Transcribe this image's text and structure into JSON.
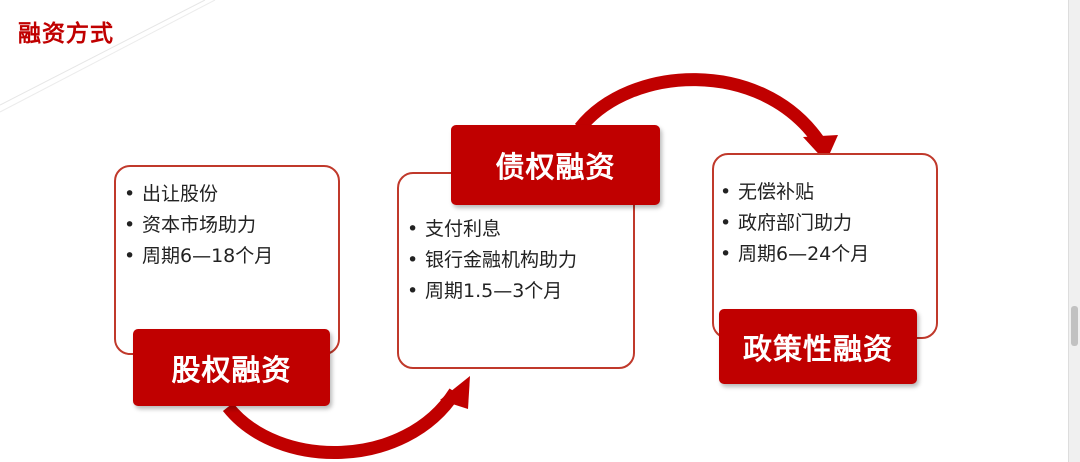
{
  "page": {
    "title": "融资方式"
  },
  "colors": {
    "accent": "#c00000",
    "border": "#c0392b"
  },
  "methods": [
    {
      "label": "股权融资",
      "points": [
        "出让股份",
        "资本市场助力",
        "周期6—18个月"
      ]
    },
    {
      "label": "债权融资",
      "points": [
        "支付利息",
        "银行金融机构助力",
        "周期1.5—3个月"
      ]
    },
    {
      "label": "政策性融资",
      "points": [
        "无偿补贴",
        "政府部门助力",
        "周期6—24个月"
      ]
    }
  ],
  "icons": [
    "curved-arrow-icon",
    "curved-arrow-icon"
  ]
}
